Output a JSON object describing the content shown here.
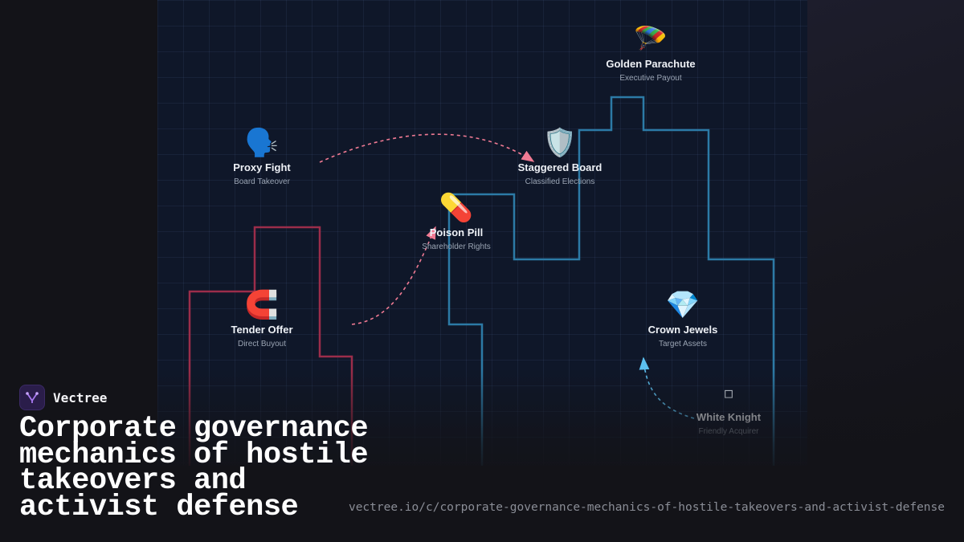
{
  "brand": {
    "name": "Vectree"
  },
  "title": "Corporate governance mechanics of hostile takeovers and activist defense",
  "url": "vectree.io/c/corporate-governance-mechanics-of-hostile-takeovers-and-activist-defense",
  "colors": {
    "attack": "#9b2d4a",
    "defense": "#2c7aa6",
    "attack_arrow": "#f07a93",
    "defense_arrow": "#5cc0f0"
  },
  "nodes": {
    "golden_parachute": {
      "icon": "🪂",
      "label": "Golden Parachute",
      "sub": "Executive Payout"
    },
    "proxy_fight": {
      "icon": "🗣️",
      "label": "Proxy Fight",
      "sub": "Board Takeover"
    },
    "staggered_board": {
      "icon": "🛡️",
      "label": "Staggered Board",
      "sub": "Classified Elections"
    },
    "poison_pill": {
      "icon": "💊",
      "label": "Poison Pill",
      "sub": "Shareholder Rights"
    },
    "tender_offer": {
      "icon": "🧲",
      "label": "Tender Offer",
      "sub": "Direct Buyout"
    },
    "crown_jewels": {
      "icon": "💎",
      "label": "Crown Jewels",
      "sub": "Target Assets"
    },
    "white_knight": {
      "icon": "▫",
      "label": "White Knight",
      "sub": "Friendly Acquirer"
    }
  }
}
